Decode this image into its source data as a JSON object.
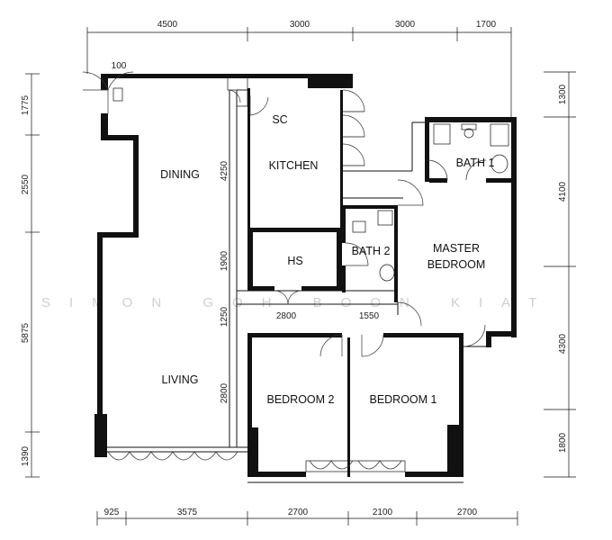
{
  "watermark": "SIMON GOH BOON KIAT",
  "dimensions": {
    "top": [
      "4500",
      "3000",
      "3000",
      "1700"
    ],
    "bottom": [
      "925",
      "3575",
      "2700",
      "2100",
      "2700"
    ],
    "left": [
      "1775",
      "2550",
      "5875",
      "1390"
    ],
    "right": [
      "1300",
      "4100",
      "4300",
      "1800"
    ],
    "interior": {
      "d100": "100",
      "d4250": "4250",
      "d1900": "1900",
      "d1250": "1250",
      "d2800v": "2800",
      "d2800h": "2800",
      "d1550": "1550"
    }
  },
  "rooms": {
    "dining": "DINING",
    "living": "LIVING",
    "sc": "SC",
    "kitchen": "KITCHEN",
    "hs": "HS",
    "bath1": "BATH 1",
    "bath2": "BATH 2",
    "master1": "MASTER",
    "master2": "BEDROOM",
    "bedroom2": "BEDROOM 2",
    "bedroom1": "BEDROOM 1"
  }
}
